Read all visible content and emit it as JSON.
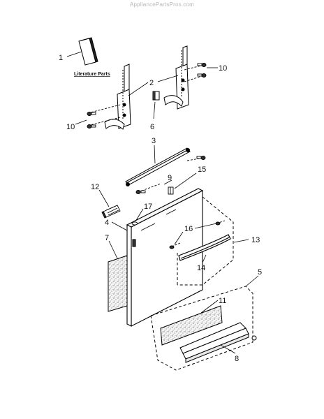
{
  "watermark": "AppliancePartsPros.com",
  "literature_label": "Literature Parts",
  "callouts": {
    "c1": "1",
    "c2": "2",
    "c3": "3",
    "c4": "4",
    "c5": "5",
    "c6": "6",
    "c7": "7",
    "c8": "8",
    "c9": "9",
    "c10a": "10",
    "c10b": "10",
    "c11": "11",
    "c12": "12",
    "c13": "13",
    "c14": "14",
    "c15": "15",
    "c16": "16",
    "c17": "17"
  }
}
